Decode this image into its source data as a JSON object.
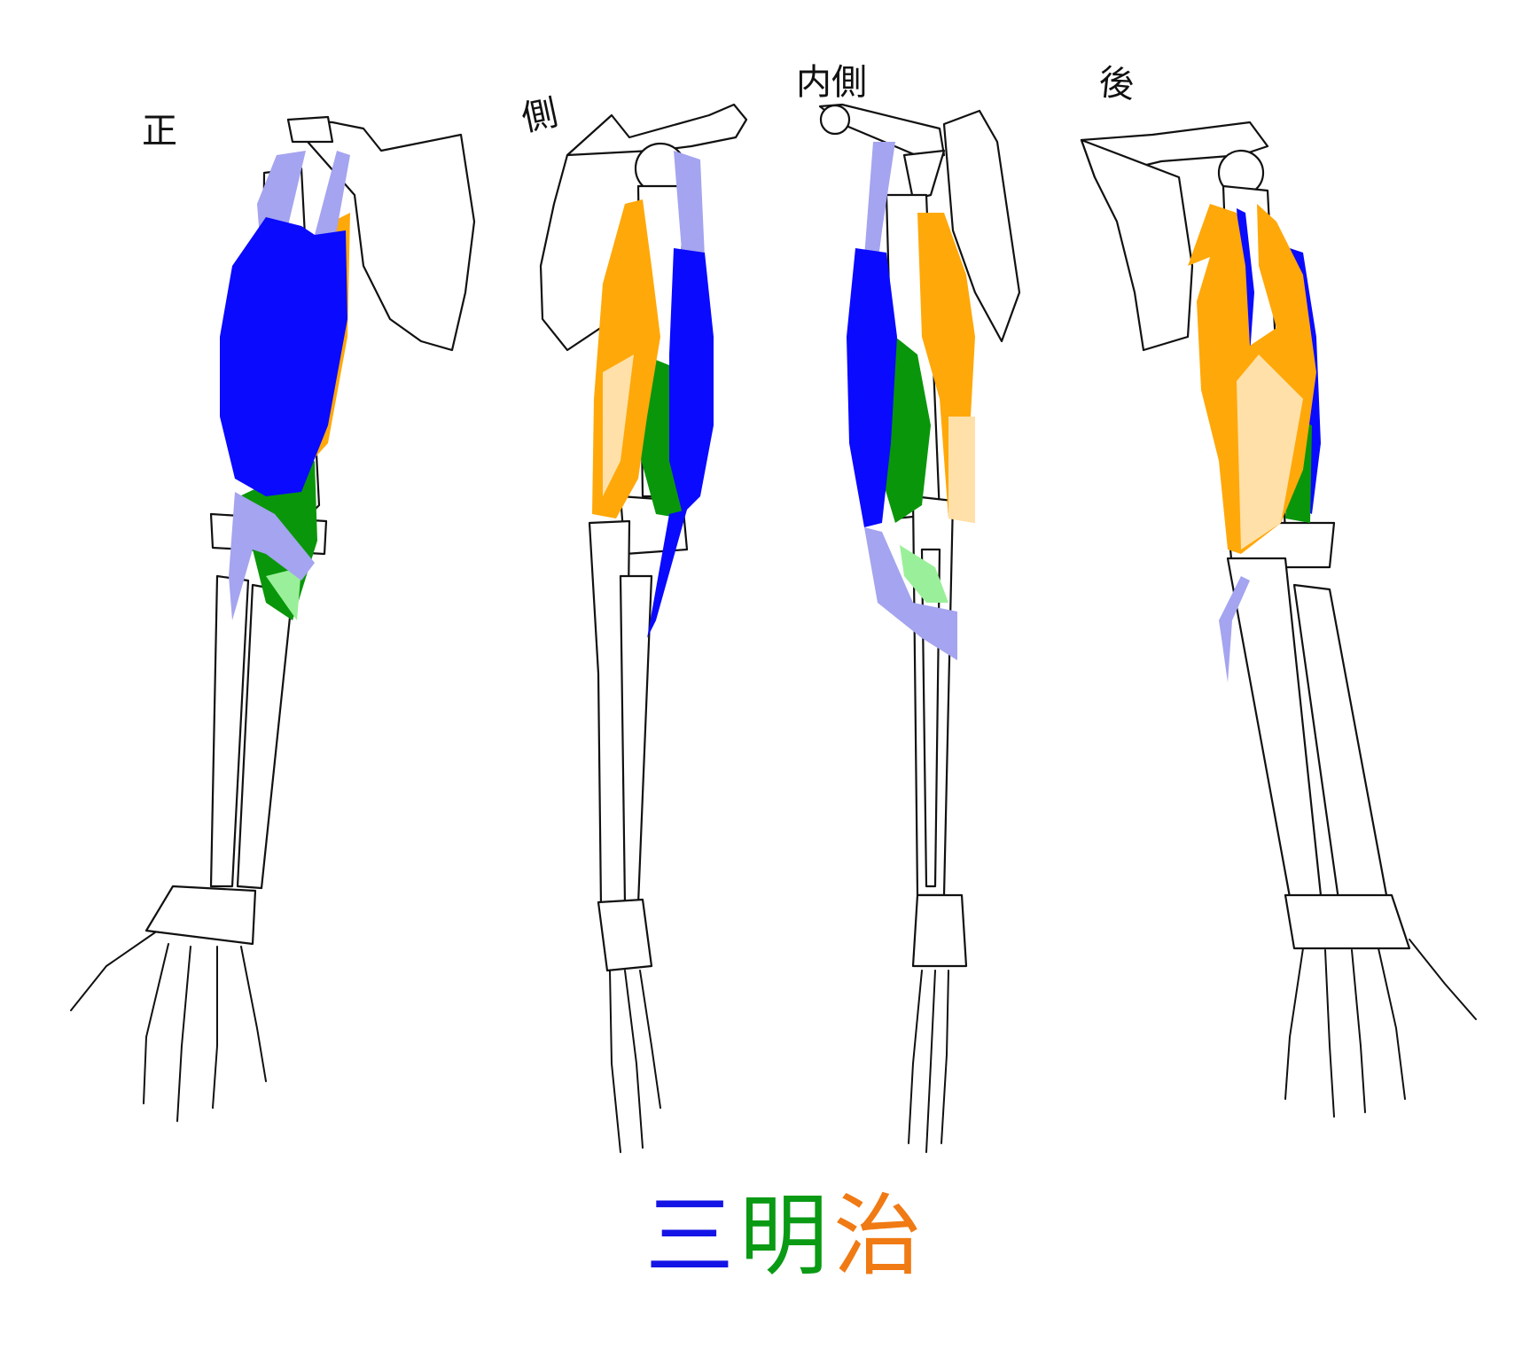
{
  "views": [
    {
      "id": "front",
      "label": "正"
    },
    {
      "id": "side",
      "label": "側"
    },
    {
      "id": "inner",
      "label": "内側"
    },
    {
      "id": "back",
      "label": "後"
    }
  ],
  "title": {
    "chars": [
      {
        "text": "三",
        "color": "#1414e6"
      },
      {
        "text": "明",
        "color": "#0a9a14"
      },
      {
        "text": "治",
        "color": "#f07a14"
      }
    ]
  },
  "colors": {
    "blue": "#0a0aff",
    "light_blue": "#a4a4f0",
    "green": "#0a960a",
    "light_green": "#9af09a",
    "orange": "#ffa80a",
    "light_orange": "#ffe0a8",
    "outline": "#111111"
  }
}
